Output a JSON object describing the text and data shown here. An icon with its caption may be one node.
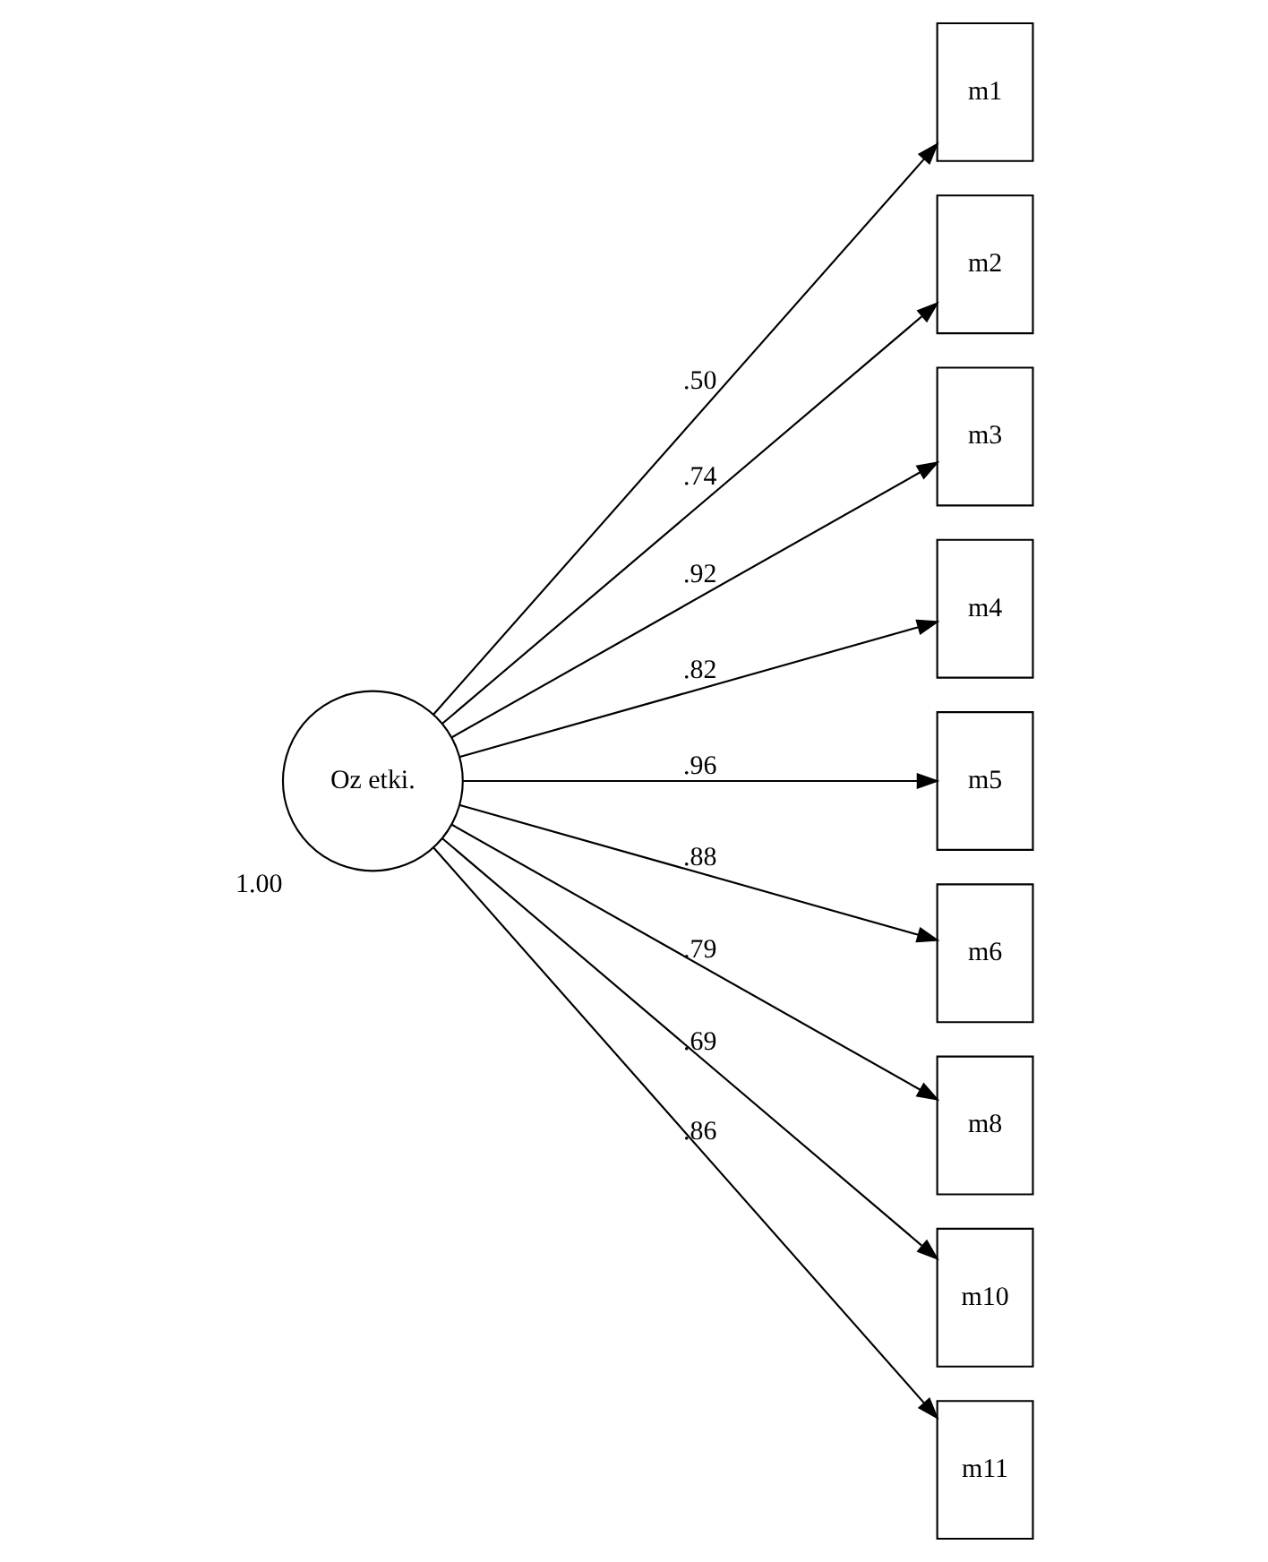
{
  "diagram": {
    "nodes": [
      {
        "text": [
          "Oz etki."
        ],
        "beside": [
          "1.00"
        ]
      },
      {
        "text": [
          "m1"
        ]
      },
      {
        "text": [
          "m2"
        ]
      },
      {
        "text": [
          "m3"
        ]
      },
      {
        "text": [
          "m4"
        ]
      },
      {
        "text": [
          "m5"
        ]
      },
      {
        "text": [
          "m6"
        ]
      },
      {
        "text": [
          "m8"
        ]
      },
      {
        "text": [
          "m10"
        ]
      },
      {
        "text": [
          "m11"
        ]
      }
    ],
    "edges": [
      {
        "from": 0,
        "to": 1,
        "arrow": "to",
        "label": ".50"
      },
      {
        "from": 0,
        "to": 2,
        "arrow": "to",
        "label": ".74"
      },
      {
        "from": 0,
        "to": 3,
        "arrow": "to",
        "label": ".92"
      },
      {
        "from": 0,
        "to": 4,
        "arrow": "to",
        "label": ".82"
      },
      {
        "from": 0,
        "to": 5,
        "arrow": "to",
        "label": ".96"
      },
      {
        "from": 0,
        "to": 6,
        "arrow": "to",
        "label": ".88"
      },
      {
        "from": 0,
        "to": 7,
        "arrow": "to",
        "label": ".79"
      },
      {
        "from": 0,
        "to": 8,
        "arrow": "to",
        "label": ".69"
      },
      {
        "from": 0,
        "to": 9,
        "arrow": "to",
        "label": ".86"
      }
    ]
  }
}
